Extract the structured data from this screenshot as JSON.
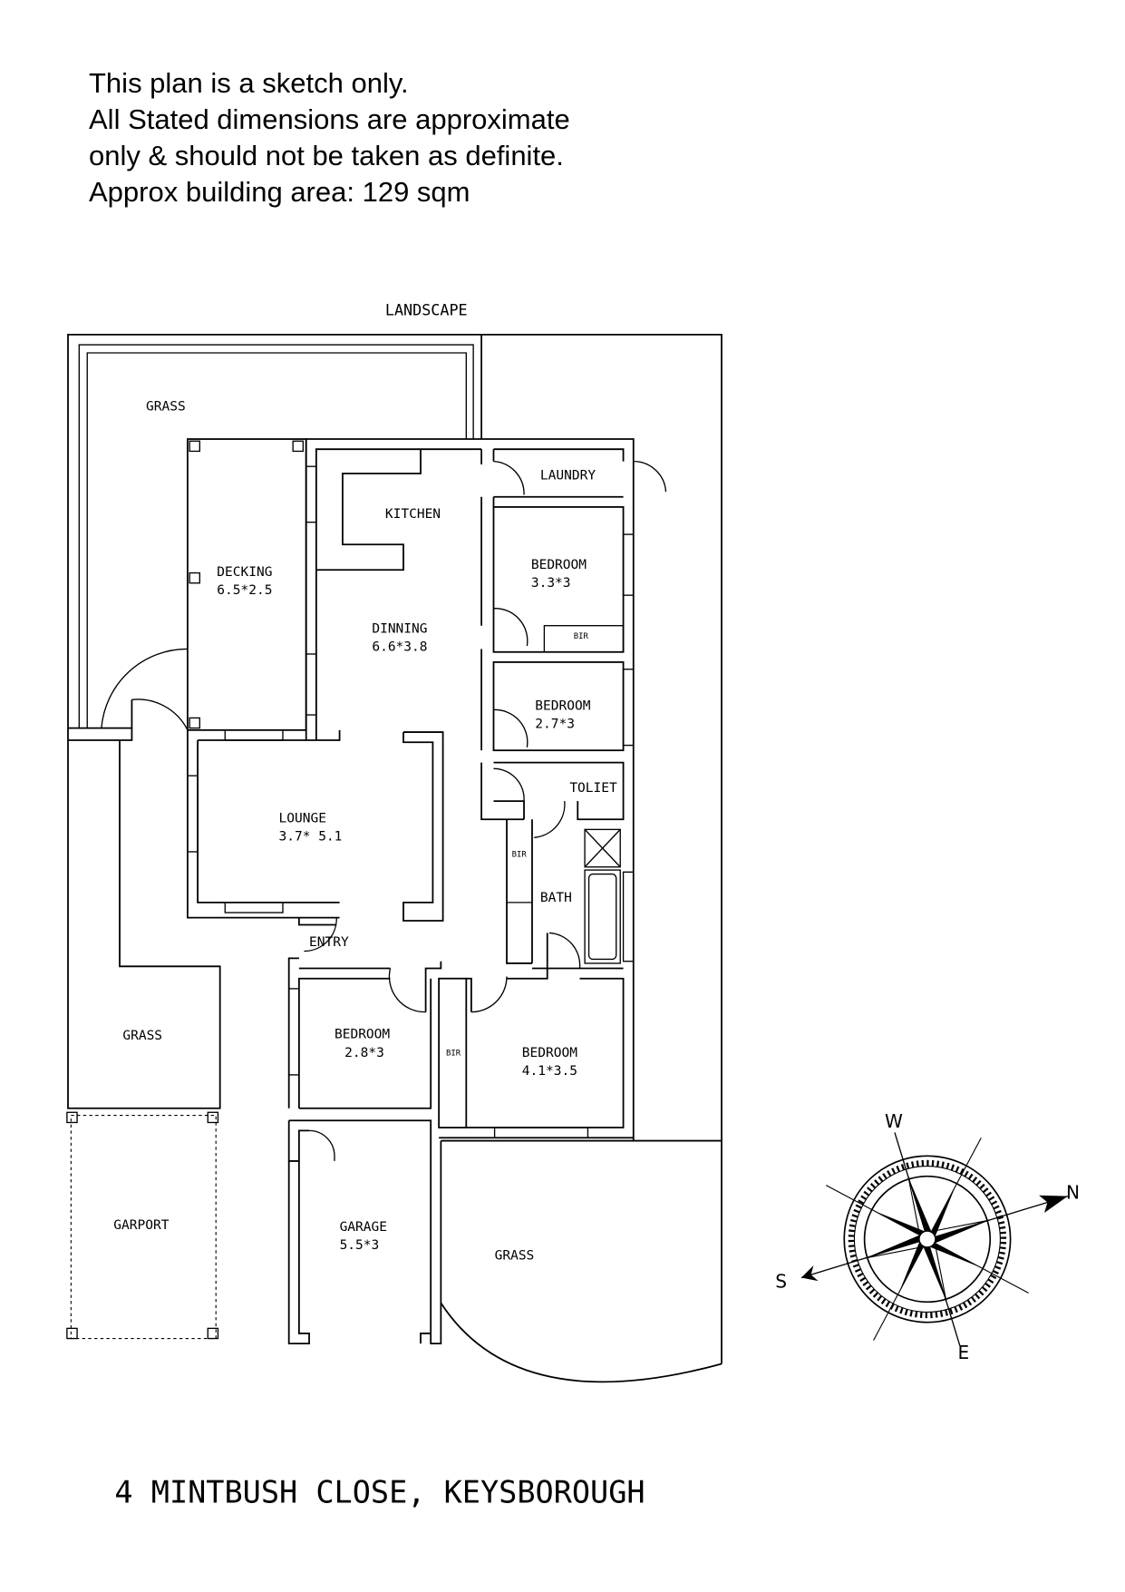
{
  "notes": [
    "This plan is a sketch only.",
    "All Stated dimensions are approximate",
    "only & should not be taken as definite.",
    "Approx building area: 129 sqm"
  ],
  "labels": {
    "landscape": "LANDSCAPE",
    "grass_top": "GRASS",
    "decking": "DECKING",
    "decking_dim": "6.5*2.5",
    "kitchen": "KITCHEN",
    "dinning": "DINNING",
    "dinning_dim": "6.6*3.8",
    "laundry": "LAUNDRY",
    "bedroom1": "BEDROOM",
    "bedroom1_dim": "3.3*3",
    "bir1": "BIR",
    "bedroom2": "BEDROOM",
    "bedroom2_dim": "2.7*3",
    "toilet": "TOLIET",
    "bir2": "BIR",
    "bath": "BATH",
    "lounge": "LOUNGE",
    "lounge_dim": "3.7* 5.1",
    "entry": "ENTRY",
    "grass_left": "GRASS",
    "bedroom3": "BEDROOM",
    "bedroom3_dim": "2.8*3",
    "bir3": "BIR",
    "bedroom4": "BEDROOM",
    "bedroom4_dim": "4.1*3.5",
    "carport": "GARPORT",
    "garage": "GARAGE",
    "garage_dim": "5.5*3",
    "grass_right": "GRASS"
  },
  "compass": {
    "n": "N",
    "s": "S",
    "e": "E",
    "w": "W"
  },
  "address": "4 MINTBUSH CLOSE, KEYSBOROUGH"
}
